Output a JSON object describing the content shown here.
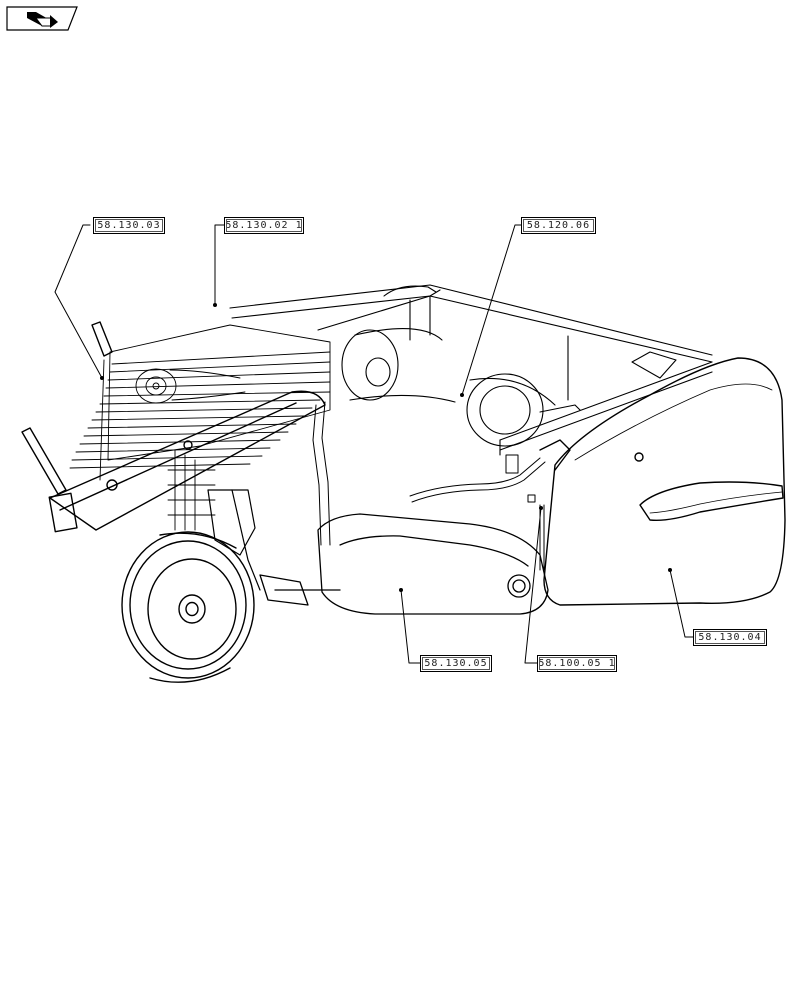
{
  "nav": {
    "icon": "book-arrow-icon"
  },
  "callouts": [
    {
      "id": "c1",
      "ref": "58.130.03"
    },
    {
      "id": "c2",
      "ref": "58.130.02 1"
    },
    {
      "id": "c3",
      "ref": "58.120.06"
    },
    {
      "id": "c4",
      "ref": "58.130.05"
    },
    {
      "id": "c5",
      "ref": "58.100.05 1"
    },
    {
      "id": "c6",
      "ref": "58.130.04"
    }
  ]
}
